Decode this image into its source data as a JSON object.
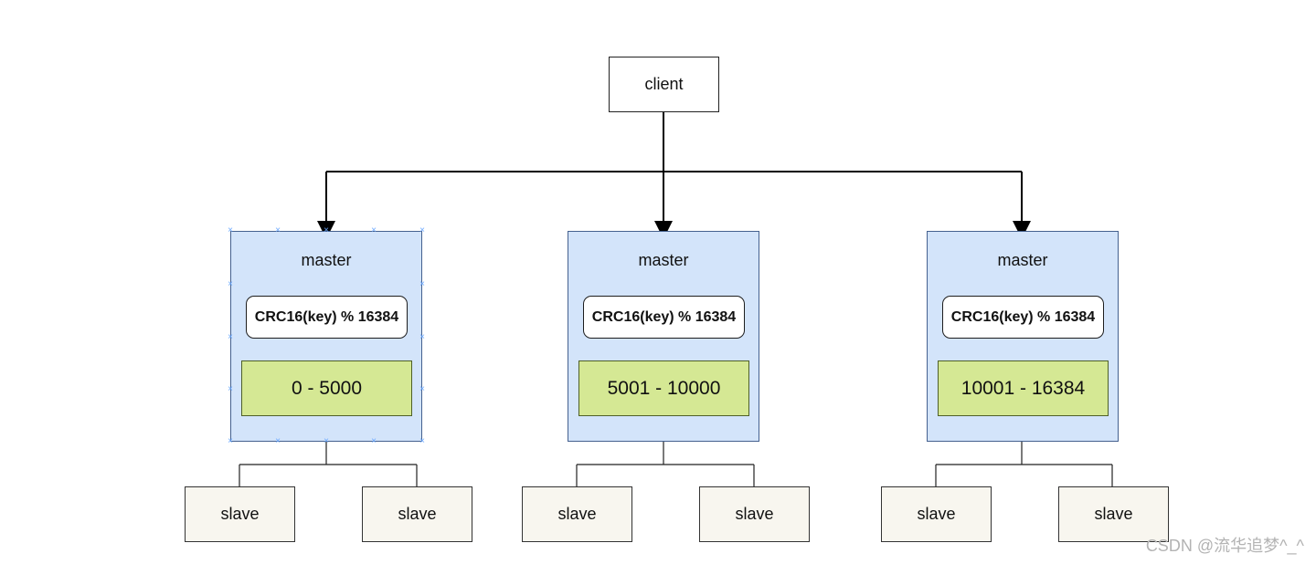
{
  "client": {
    "label": "client"
  },
  "masters": [
    {
      "title": "master",
      "formula": "CRC16(key) % 16384",
      "range": "0 - 5000",
      "slaves": [
        "slave",
        "slave"
      ]
    },
    {
      "title": "master",
      "formula": "CRC16(key) % 16384",
      "range": "5001 - 10000",
      "slaves": [
        "slave",
        "slave"
      ]
    },
    {
      "title": "master",
      "formula": "CRC16(key) % 16384",
      "range": "10001 - 16384",
      "slaves": [
        "slave",
        "slave"
      ]
    }
  ],
  "watermark": {
    "text": "CSDN @流华追梦^_^"
  },
  "colors": {
    "master_fill": "#d3e4fa",
    "range_fill": "#d5e894",
    "slave_fill": "#f8f6ef",
    "line": "#000000",
    "selection": "#6aa8ff"
  }
}
